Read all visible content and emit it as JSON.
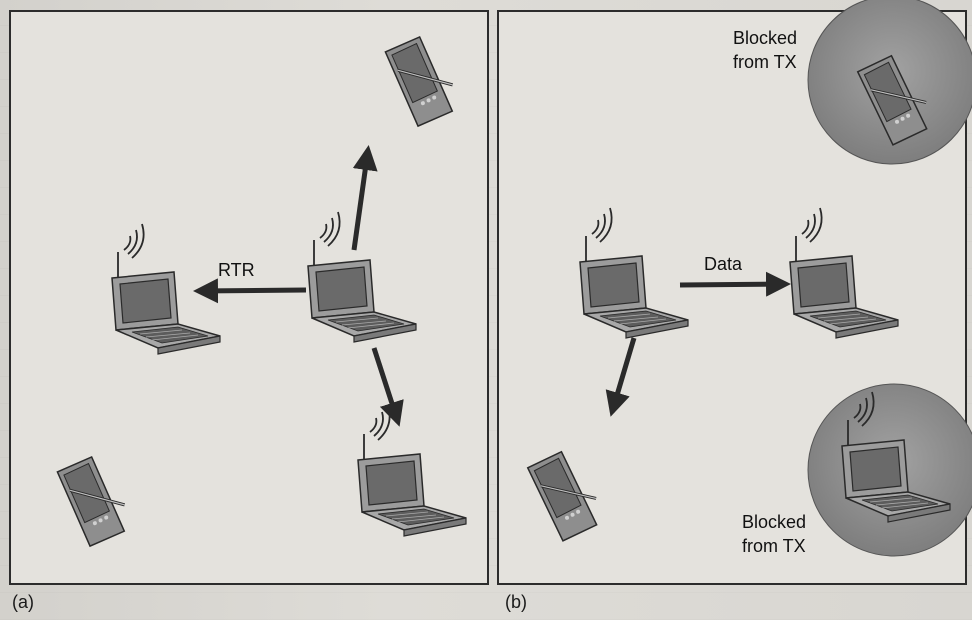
{
  "panels": {
    "a": {
      "label": "(a)",
      "rtr_text": "RTR"
    },
    "b": {
      "label": "(b)",
      "data_text": "Data",
      "blocked_top_line1": "Blocked",
      "blocked_top_line2": "from TX",
      "blocked_bottom_line1": "Blocked",
      "blocked_bottom_line2": "from TX"
    }
  },
  "colors": {
    "circle": "#8d8d8d",
    "arrow": "#2a2a2a",
    "device_body": "#9a9a9a",
    "screen": "#6e6e6e"
  }
}
